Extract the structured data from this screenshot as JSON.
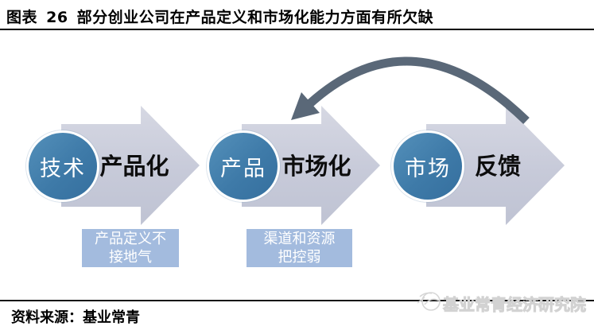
{
  "header": {
    "title": "图表 26 部分创业公司在产品定义和市场化能力方面有所欠缺"
  },
  "diagram": {
    "stages": [
      {
        "circle_label": "技术",
        "arrow_label": "产品化",
        "note_line1": "产品定义不",
        "note_line2": "接地气"
      },
      {
        "circle_label": "产品",
        "arrow_label": "市场化",
        "note_line1": "渠道和资源",
        "note_line2": "把控弱"
      },
      {
        "circle_label": "市场",
        "arrow_label": "反馈"
      }
    ],
    "feedback_arrow": {
      "color": "#5a6878"
    },
    "colors": {
      "circle_fill": "#4080ab",
      "arrow_fill": "#c8cbda",
      "note_fill": "#a3bbde",
      "note_text": "#ffffff"
    }
  },
  "footer": {
    "source": "资料来源：基业常青",
    "watermark": "基业常青经济研究院"
  }
}
